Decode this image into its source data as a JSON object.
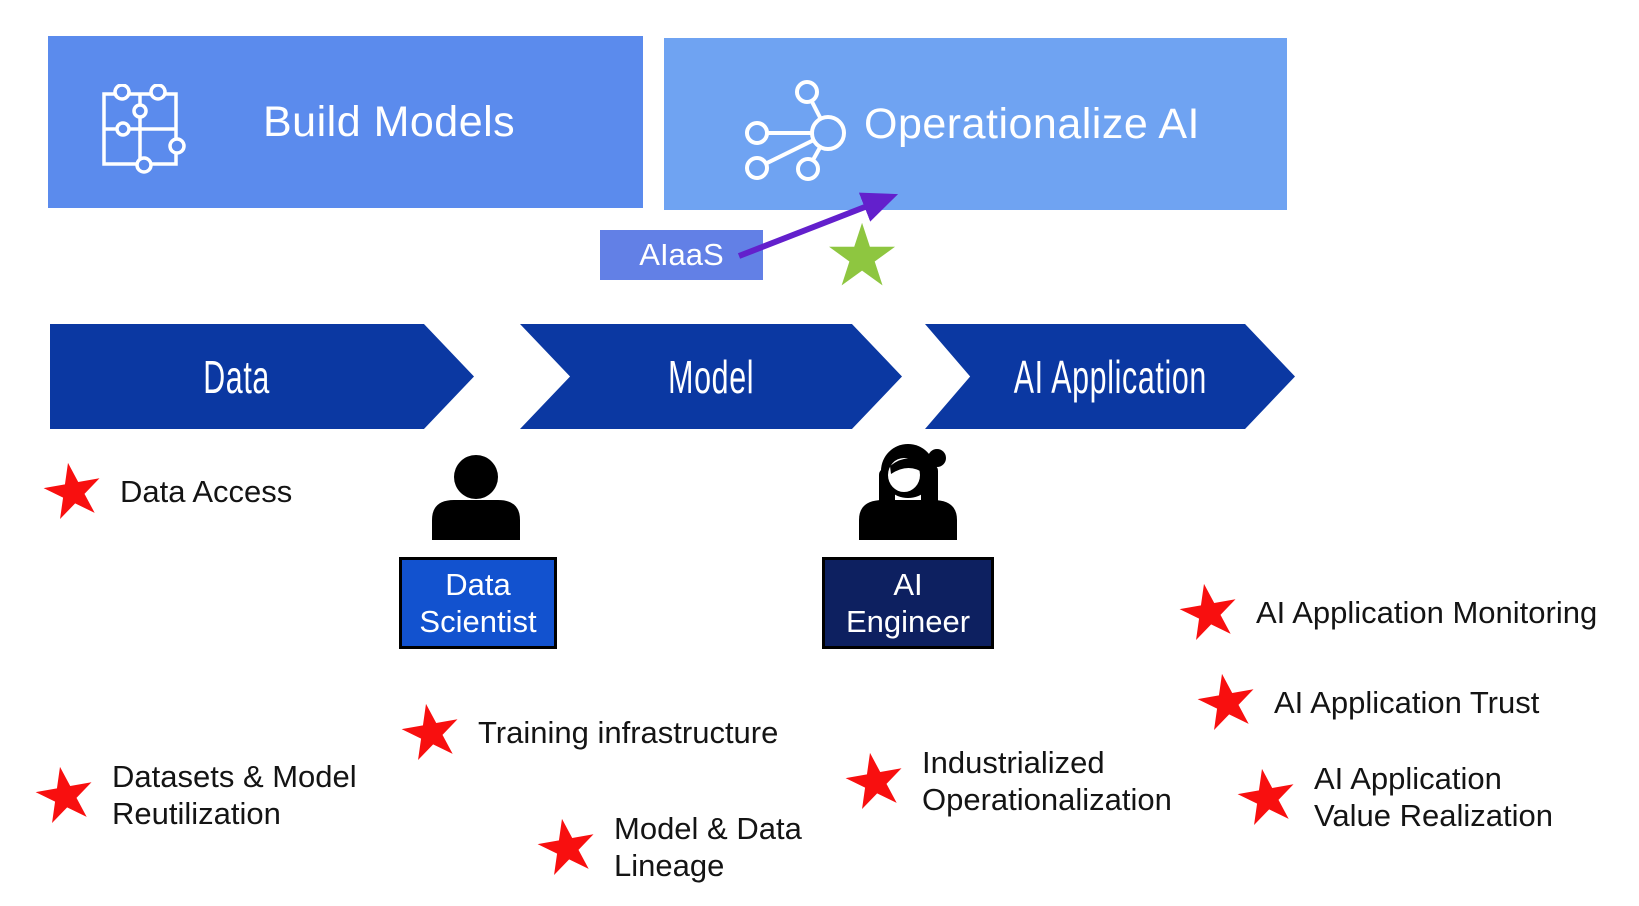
{
  "slide": {
    "background": "#ffffff"
  },
  "header": {
    "build_models": {
      "label": "Build Models",
      "bg_color": "#5b8bed",
      "icon": "puzzle-icon"
    },
    "operationalize_ai": {
      "label": "Operationalize AI",
      "bg_color": "#6fa3f2",
      "icon": "network-icon"
    }
  },
  "aiaas": {
    "label": "AIaaS",
    "bg_color": "#6280e6",
    "arrow_color": "#6320cc"
  },
  "green_star": {
    "color": "#8ec640"
  },
  "pipeline": {
    "bg_color": "#0b38a2",
    "stages": [
      {
        "label": "Data"
      },
      {
        "label": "Model"
      },
      {
        "label": "AI Application"
      }
    ]
  },
  "roles": {
    "data_scientist": {
      "line1": "Data",
      "line2": "Scientist",
      "bg_color": "#1252cf"
    },
    "ai_engineer": {
      "line1": "AI",
      "line2": "Engineer",
      "bg_color": "#0d2060"
    }
  },
  "capabilities": {
    "star_color": "#f80f0f",
    "data_access": {
      "line1": "Data Access"
    },
    "datasets_reutilization": {
      "line1": "Datasets & Model",
      "line2": "Reutilization"
    },
    "training_infrastructure": {
      "line1": "Training infrastructure"
    },
    "model_data_lineage": {
      "line1": "Model & Data",
      "line2": "Lineage"
    },
    "industrialized_operationalization": {
      "line1": "Industrialized",
      "line2": "Operationalization"
    },
    "ai_application_monitoring": {
      "line1": "AI Application Monitoring"
    },
    "ai_application_trust": {
      "line1": "AI Application Trust"
    },
    "ai_application_value": {
      "line1": "AI Application",
      "line2": "Value Realization"
    }
  },
  "icons": {
    "star_glyph": "★"
  }
}
